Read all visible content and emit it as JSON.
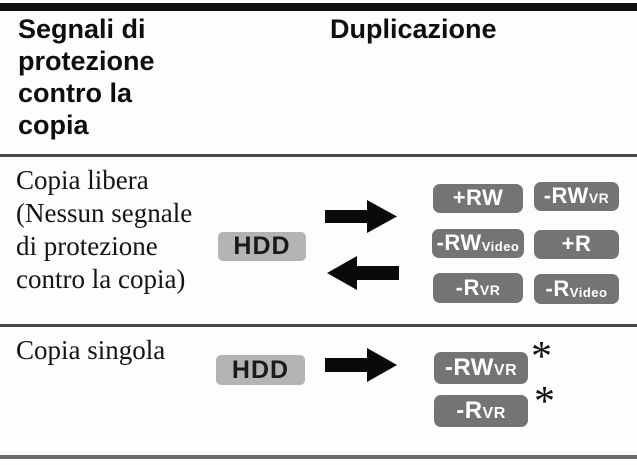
{
  "colors": {
    "disc_badge_bg": "#747474",
    "disc_badge_text": "#ffffff",
    "hdd_badge_bg": "#b4b4b4",
    "hdd_badge_text": "#1a1a1a",
    "arrow": "#0a0a0a",
    "rule_top": "#101010",
    "rule_divider": "#4a4a4a",
    "rule_bottom": "#6b6b6b"
  },
  "header": {
    "col1_lines": [
      "Segnali di",
      "protezione",
      "contro la",
      "copia"
    ],
    "col2": "Duplicazione"
  },
  "rows": [
    {
      "label_lines": [
        "Copia libera",
        "(Nessun segnale",
        "di protezione",
        "contro la copia)"
      ],
      "source": "HDD",
      "direction": "bidirectional",
      "targets": [
        {
          "main": "+RW",
          "suffix": ""
        },
        {
          "main": "-RW",
          "suffix": "VR"
        },
        {
          "main": "-RW",
          "suffix": "Video"
        },
        {
          "main": "+R",
          "suffix": ""
        },
        {
          "main": "-R",
          "suffix": "VR"
        },
        {
          "main": "-R",
          "suffix": "Video"
        }
      ]
    },
    {
      "label_lines": [
        "Copia singola"
      ],
      "source": "HDD",
      "direction": "one-way",
      "targets": [
        {
          "main": "-RW",
          "suffix": "VR",
          "note": "*"
        },
        {
          "main": "-R",
          "suffix": "VR",
          "note": "*"
        }
      ]
    }
  ]
}
